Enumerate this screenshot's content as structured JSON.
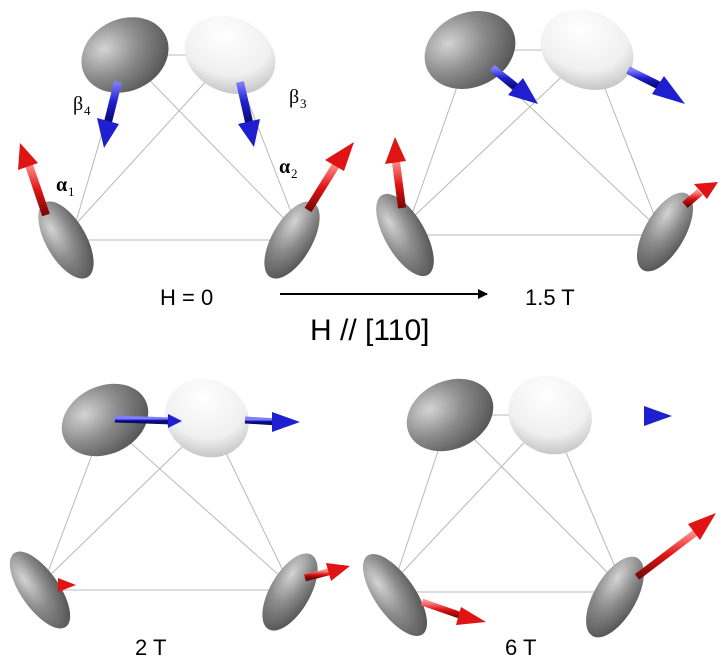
{
  "field_direction_label": "H // [110]",
  "panels": [
    {
      "field_label": "H = 0"
    },
    {
      "field_label": "1.5 T"
    },
    {
      "field_label": "2 T"
    },
    {
      "field_label": "6 T"
    }
  ],
  "spin_labels": {
    "beta4": {
      "symbol": "β",
      "index": "4"
    },
    "beta3": {
      "symbol": "β",
      "index": "3"
    },
    "alpha1": {
      "symbol": "α",
      "index": "1"
    },
    "alpha2": {
      "symbol": "α",
      "index": "2"
    }
  },
  "colors": {
    "beta_moment": "#1f1fd0",
    "alpha_moment": "#e01414",
    "field_arrow": "#000000",
    "ellipsoid_dark": "#707070",
    "ellipsoid_light": "#f4f4f4",
    "tetrahedron_edge": "#b8b8b8"
  }
}
